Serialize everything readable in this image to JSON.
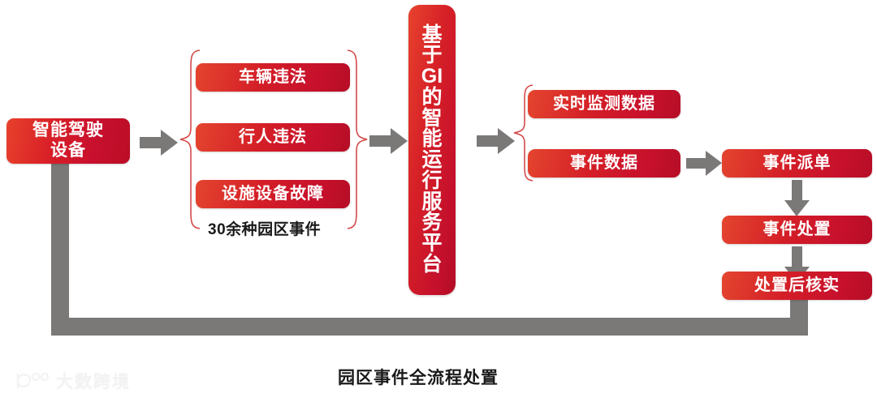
{
  "diagram": {
    "bottom_title": "园区事件全流程处置",
    "source_box": {
      "line1": "智能驾驶",
      "line2": "设备"
    },
    "event_group": {
      "items": [
        {
          "label": "车辆违法"
        },
        {
          "label": "行人违法"
        },
        {
          "label": "设施设备故障"
        }
      ],
      "caption": "30余种园区事件"
    },
    "platform": {
      "label": "基于GI的智能运行服务平台",
      "chars": [
        "基",
        "于",
        "GI",
        "的",
        "智",
        "能",
        "运",
        "行",
        "服",
        "务",
        "平",
        "台"
      ]
    },
    "data_group": {
      "items": [
        {
          "label": "实时监测数据"
        },
        {
          "label": "事件数据"
        }
      ]
    },
    "process_chain": {
      "items": [
        {
          "label": "事件派单"
        },
        {
          "label": "事件处置"
        },
        {
          "label": "处置后核实"
        }
      ]
    }
  },
  "watermark": {
    "text": "大数跨境"
  },
  "colors": {
    "red_light": "#e8412c",
    "red_dark": "#c8102e",
    "arrow_gray": "#7b7878",
    "brace_red": "#d44a4a",
    "text_dark": "#1a1a1a"
  }
}
